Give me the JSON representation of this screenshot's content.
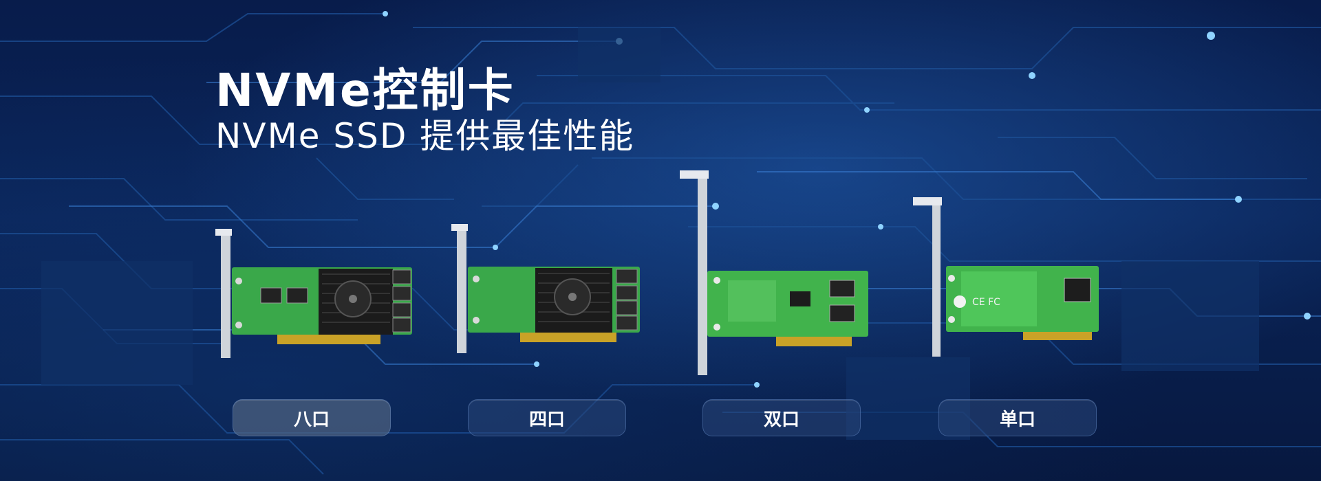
{
  "banner": {
    "title": "NVMe控制卡",
    "subtitle": "NVMe SSD 提供最佳性能"
  },
  "products": [
    {
      "label": "八口",
      "icon": "eight-port-nvme-card-image"
    },
    {
      "label": "四口",
      "icon": "four-port-nvme-card-image"
    },
    {
      "label": "双口",
      "icon": "dual-port-nvme-card-image"
    },
    {
      "label": "单口",
      "icon": "single-port-nvme-card-image"
    }
  ],
  "colors": {
    "background": "#0a2458",
    "pcb_green": "#3aa84a",
    "heatsink": "#1b1b1b",
    "gold_fingers": "#c9a227",
    "text": "#ffffff"
  }
}
